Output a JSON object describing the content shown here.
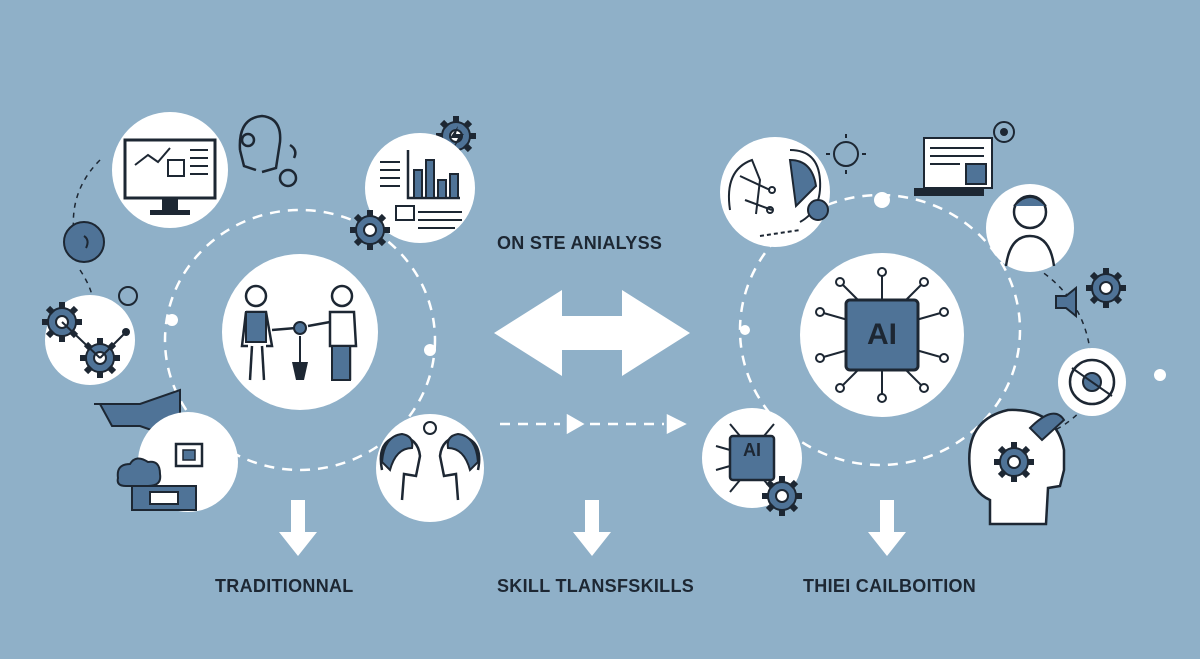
{
  "labels": {
    "center_top": "ON STE ANIALYSS",
    "left": "TRADITIONNAL",
    "center": "SKILL TLANSFSKILLS",
    "right": "THIEI CAILBOITION"
  },
  "chips": {
    "big": "AI",
    "small": "AI"
  },
  "colors": {
    "background": "#8fb0c8",
    "circle_fill": "#ffffff",
    "line": "#1d2733",
    "accent": "#4f7397",
    "arrow": "#ffffff"
  },
  "icons": [
    "monitor-chart-icon",
    "person-profile-icon",
    "lightning-gear-icon",
    "bar-chart-icon",
    "gear-icon",
    "people-handshake-icon",
    "faces-dialogue-icon",
    "ai-chip-icon",
    "head-profile-icon",
    "document-chip-icon",
    "person-avatar-icon",
    "head-gear-icon",
    "target-icon",
    "sun-icon",
    "megaphone-icon",
    "cloud-icon"
  ]
}
